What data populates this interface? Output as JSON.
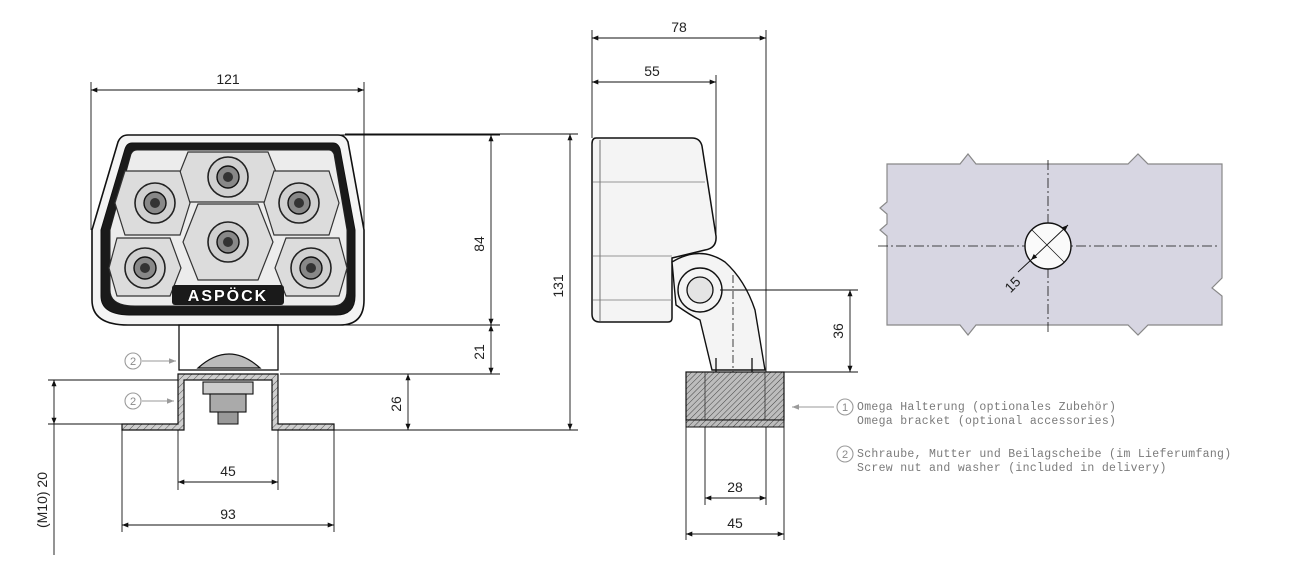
{
  "front_view": {
    "brand": "ASPÖCK",
    "dims": {
      "width_121": "121",
      "height_84": "84",
      "height_131": "131",
      "height_21": "21",
      "height_26": "26",
      "bolt_m10_20": "(M10) 20",
      "bracket_45": "45",
      "bracket_93": "93"
    },
    "callout_2a": "2",
    "callout_2b": "2"
  },
  "side_view": {
    "dims": {
      "depth_78": "78",
      "depth_55": "55",
      "height_36": "36",
      "base_28": "28",
      "base_45": "45"
    },
    "callout_1": "1"
  },
  "plate_view": {
    "hole_dim": "15"
  },
  "legend": {
    "item1": {
      "num": "1",
      "line1": "Omega Halterung (optionales Zubehör)",
      "line2": "Omega bracket (optional accessories)"
    },
    "item2": {
      "num": "2",
      "line1": "Schraube, Mutter und Beilagscheibe (im Lieferumfang)",
      "line2": "Screw nut and washer (included in delivery)"
    }
  },
  "colors": {
    "plate_fill": "#d7d6e2",
    "line": "#111111",
    "note_gray": "#7a7a7a"
  }
}
